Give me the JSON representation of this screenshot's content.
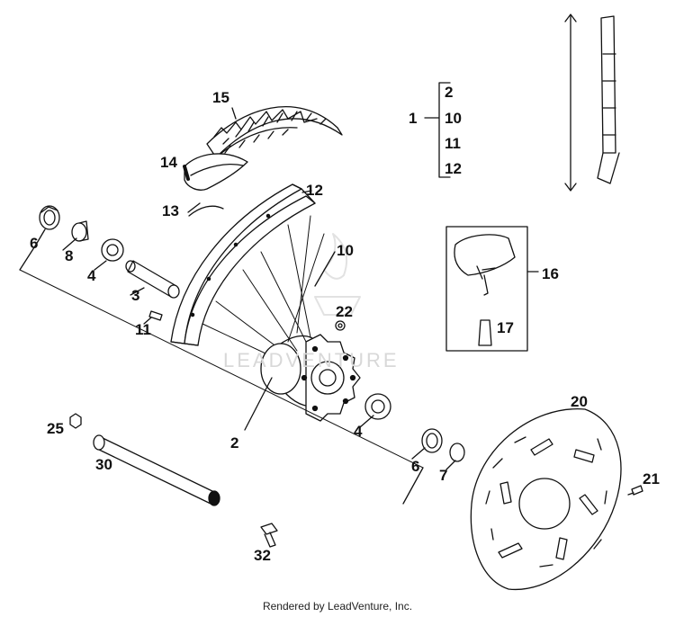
{
  "callouts": {
    "c15": "15",
    "c14": "14",
    "c13": "13",
    "c12a": "12",
    "c10": "10",
    "c6a": "6",
    "c8": "8",
    "c4a": "4",
    "c3": "3",
    "c11": "11",
    "c22": "22",
    "c2": "2",
    "c25": "25",
    "c30": "30",
    "c4b": "4",
    "c6b": "6",
    "c7": "7",
    "c32": "32",
    "c16": "16",
    "c17": "17",
    "c20": "20",
    "c21": "21",
    "c1": "1"
  },
  "assembly_group": {
    "label": "1",
    "items": [
      "2",
      "10",
      "11",
      "12"
    ]
  },
  "watermark": "LEADVENTURE",
  "footer": "Rendered by LeadVenture, Inc."
}
